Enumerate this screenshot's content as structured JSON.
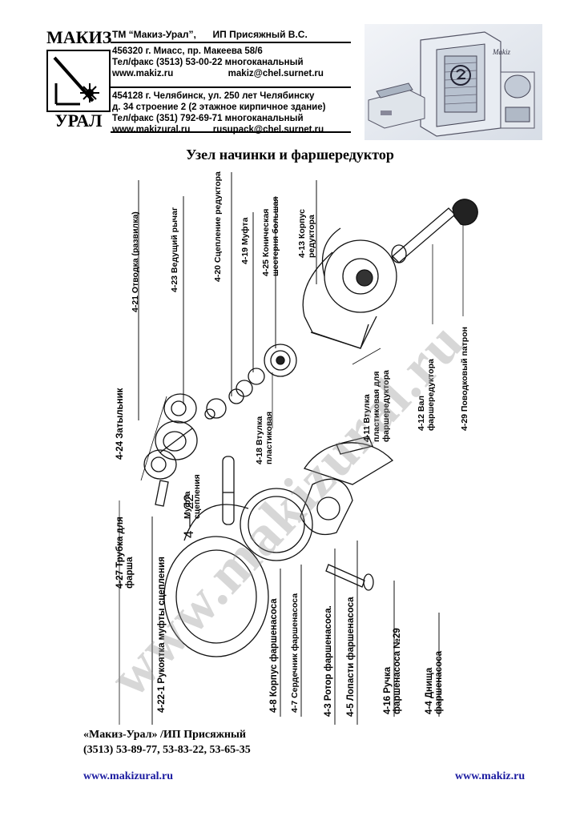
{
  "header": {
    "logo_top": "МАКИЗ",
    "logo_bottom": "УРАЛ",
    "brand": "ТМ “Макиз-Урал”,",
    "owner": "ИП Присяжный В.С.",
    "office1": {
      "address": "456320 г. Миасс, пр. Макеева 58/6",
      "phone": "Тел/факс (3513) 53-00-22 многоканальный",
      "site": "www.makiz.ru",
      "email": "makiz@chel.surnet.ru"
    },
    "office2": {
      "address_line1": "454128 г. Челябинск, ул. 250 лет Челябинску",
      "address_line2": "д. 34 строение 2 (2 этажное кирпичное здание)",
      "phone": "Тел/факс (351) 792-69-71 многоканальный",
      "site": "www.makizural.ru",
      "email": "rusupack@chel.surnet.ru"
    }
  },
  "title": "Узел начинки и фаршередуктор",
  "parts": {
    "p4_21": "4-21 Отводка (развилка)",
    "p4_23": "4-23 Ведущий рычаг",
    "p4_20": "4-20 Сцепление редуктора",
    "p4_19": "4-19 Муфта",
    "p4_25a": "4-25 Коническая",
    "p4_25b": "шестерня большая",
    "p4_13a": "4-13 Корпус",
    "p4_13b": "редуктора",
    "p4_24": "4-24 Затыльник",
    "p4_18a": "4-18 Втулка",
    "p4_18b": "пластиковая",
    "p4_11a": "4-11 Втулка",
    "p4_11b": "пластиковая для",
    "p4_11c": "фаршередуктора",
    "p4_12a": "4-12 Вал",
    "p4_12b": "фаршередуктора",
    "p4_29": "4-29 Поводковый патрон",
    "p4_22_num": "4 — 22",
    "p4_22a": "Муфта",
    "p4_22b": "сцепления",
    "p4_27a": "4-27 Трубка для",
    "p4_27b": "фарша",
    "p4_22_1": "4-22-1 Рукоятка муфты сцепления",
    "p4_8": "4-8 Корпус фаршенасоса",
    "p4_7": "4-7 Сердечник фаршенасоса",
    "p4_3": "4-3 Ротор фаршенасоса.",
    "p4_5": "4-5 Лопасти фаршенасоса",
    "p4_16a": "4-16 Ручка",
    "p4_16b": "фаршенасоса №29",
    "p4_4a": "4-4 Днища",
    "p4_4b": "фаршенасоса"
  },
  "watermark": "www.makizural.ru",
  "footer": {
    "company": "«Макиз-Урал» /ИП Присяжный",
    "phones": "(3513) 53-89-77, 53-83-22, 53-65-35",
    "site_left": "www.makizural.ru",
    "site_right": "www.makiz.ru"
  },
  "colors": {
    "link": "#1a1aa0",
    "watermark": "#969696"
  }
}
